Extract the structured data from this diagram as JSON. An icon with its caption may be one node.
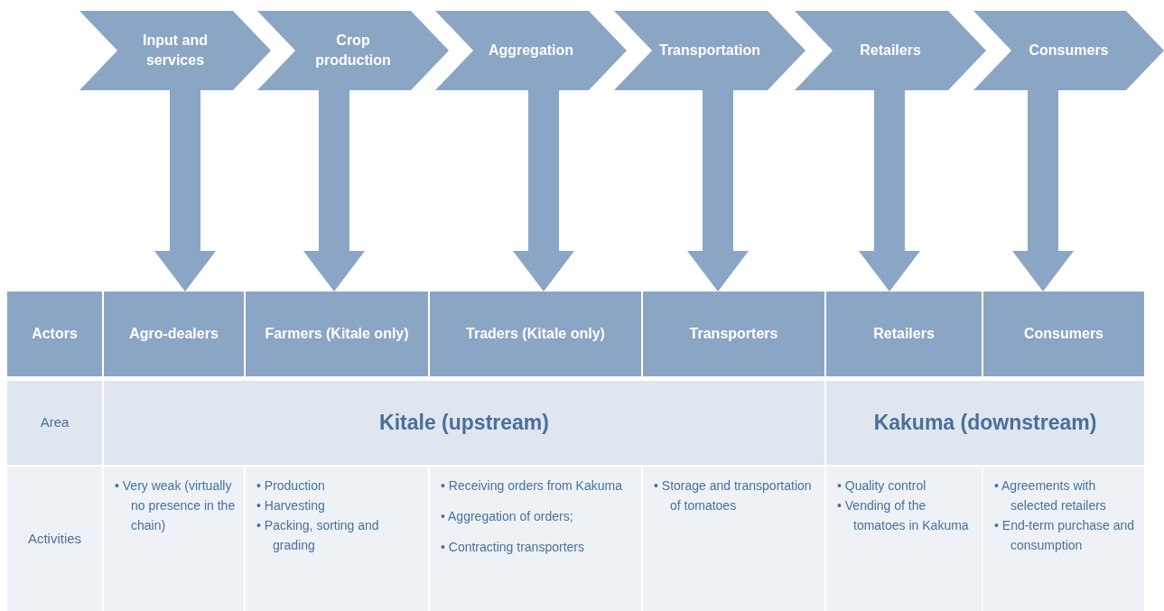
{
  "diagram": {
    "nodes": [
      {
        "text": [
          "Input and services"
        ]
      },
      {
        "text": [
          "Crop production"
        ]
      },
      {
        "text": [
          "Aggregation"
        ]
      },
      {
        "text": [
          "Transportation"
        ]
      },
      {
        "text": [
          "Retailers"
        ]
      },
      {
        "text": [
          "Consumers"
        ]
      },
      {
        "text": [
          "Actors"
        ]
      },
      {
        "text": [
          "Agro-dealers"
        ]
      },
      {
        "text": [
          "Farmers (Kitale only)"
        ]
      },
      {
        "text": [
          "Traders (Kitale only)"
        ]
      },
      {
        "text": [
          "Transporters"
        ]
      },
      {
        "text": [
          "Retailers"
        ]
      },
      {
        "text": [
          "Consumers"
        ]
      },
      {
        "text": [
          "Area"
        ]
      },
      {
        "text": [
          "Kitale (upstream)"
        ]
      },
      {
        "text": [
          "Kakuma (downstream)"
        ]
      },
      {
        "text": [
          "Activities"
        ]
      },
      {
        "text": [
          "• Very weak (virtually no presence in the chain)"
        ]
      },
      {
        "text": [
          "• Production",
          "• Harvesting",
          "• Packing, sorting and grading"
        ]
      },
      {
        "text": [
          "• Receiving orders from Kakuma",
          "• Aggregation of orders;",
          "• Contracting transporters"
        ]
      },
      {
        "text": [
          "• Storage and transportation of tomatoes"
        ]
      },
      {
        "text": [
          "• Quality control",
          "• Vending of the tomatoes in Kakuma"
        ]
      },
      {
        "text": [
          "• Agreements with selected retailers",
          "• End-term purchase and consumption"
        ]
      }
    ],
    "edges": [
      {
        "from": 0,
        "to": 7,
        "arrow": "to",
        "style": "thick"
      },
      {
        "from": 1,
        "to": 8,
        "arrow": "to",
        "style": "thick"
      },
      {
        "from": 2,
        "to": 9,
        "arrow": "to",
        "style": "thick"
      },
      {
        "from": 3,
        "to": 10,
        "arrow": "to",
        "style": "thick"
      },
      {
        "from": 4,
        "to": 11,
        "arrow": "to",
        "style": "thick"
      },
      {
        "from": 5,
        "to": 12,
        "arrow": "to",
        "style": "thick"
      }
    ]
  }
}
